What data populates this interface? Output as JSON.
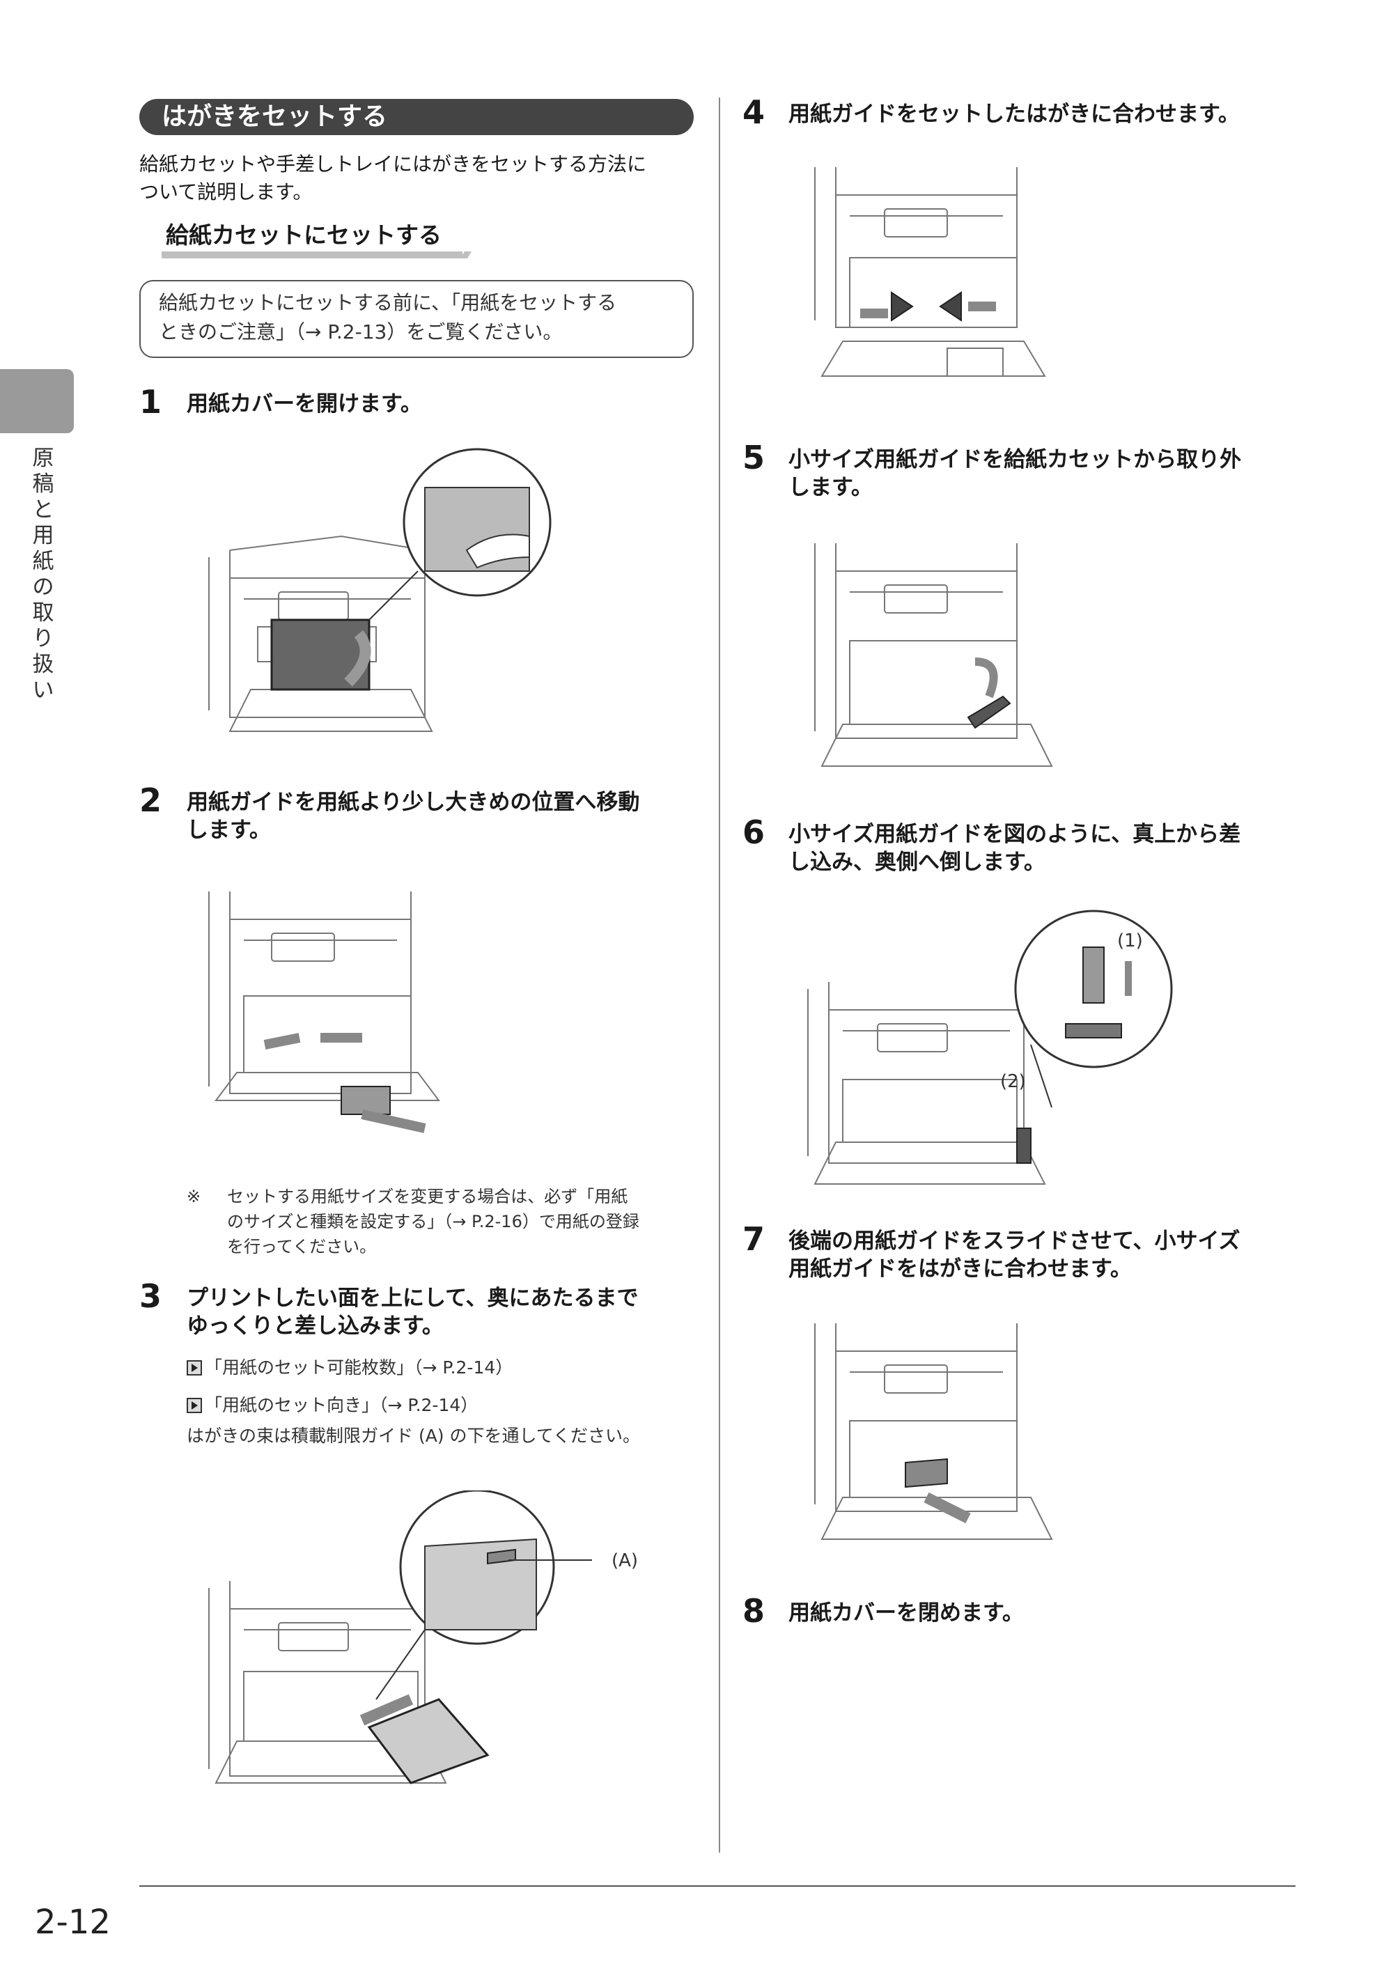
{
  "side_tab": {
    "label_chars": [
      "原",
      "稿",
      "と",
      "用",
      "紙",
      "の",
      "取",
      "り",
      "扱",
      "い"
    ]
  },
  "section": {
    "title": "はがきをセットする",
    "intro_line1": "給紙カセットや手差しトレイにはがきをセットする方法に",
    "intro_line2": "ついて説明します。",
    "subheading": "給紙カセットにセットする",
    "note_line1": "給紙カセットにセットする前に、「用紙をセットする",
    "note_line2": "ときのご注意」（→ P.2-13）をご覧ください。"
  },
  "steps": [
    {
      "num": "1",
      "line1": "用紙カバーを開けます。",
      "line2": ""
    },
    {
      "num": "2",
      "line1": "用紙ガイドを用紙より少し大きめの位置へ移動",
      "line2": "します。"
    },
    {
      "num": "3",
      "line1": "プリントしたい面を上にして、奥にあたるまで",
      "line2": "ゆっくりと差し込みます。"
    },
    {
      "num": "4",
      "line1": "用紙ガイドをセットしたはがきに合わせます。",
      "line2": ""
    },
    {
      "num": "5",
      "line1": "小サイズ用紙ガイドを給紙カセットから取り外",
      "line2": "します。"
    },
    {
      "num": "6",
      "line1": "小サイズ用紙ガイドを図のように、真上から差",
      "line2": "し込み、奥側へ倒します。"
    },
    {
      "num": "7",
      "line1": "後端の用紙ガイドをスライドさせて、小サイズ",
      "line2": "用紙ガイドをはがきに合わせます。"
    },
    {
      "num": "8",
      "line1": "用紙カバーを閉めます。",
      "line2": ""
    }
  ],
  "step2_note": {
    "mark": "※",
    "line1": "セットする用紙サイズを変更する場合は、必ず「用紙",
    "line2": "のサイズと種類を設定する」（→ P.2-16）で用紙の登録",
    "line3": "を行ってください。"
  },
  "step3_refs": {
    "ref1": "「用紙のセット可能枚数」（→ P.2-14）",
    "ref2": "「用紙のセット向き」（→ P.2-14）",
    "text": "はがきの束は積載制限ガイド (A) の下を通してください。",
    "callout_a": "(A)"
  },
  "step6_callouts": {
    "c1": "(1)",
    "c2": "(2)"
  },
  "footer": {
    "page_number": "2-12"
  }
}
